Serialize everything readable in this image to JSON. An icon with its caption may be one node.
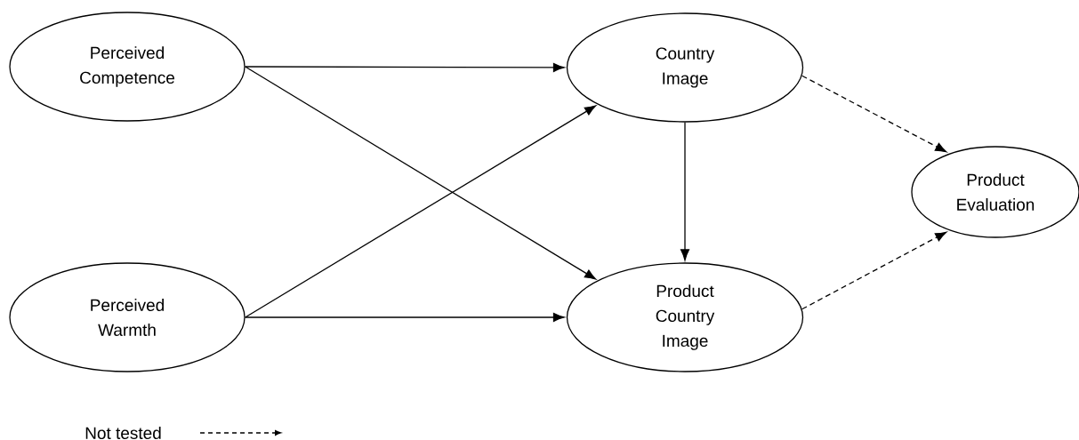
{
  "diagram": {
    "nodes": [
      {
        "text": [
          "Perceived Competence"
        ]
      },
      {
        "text": [
          "Perceived Warmth"
        ]
      },
      {
        "text": [
          "Country Image"
        ]
      },
      {
        "text": [
          "Product Country Image"
        ]
      },
      {
        "text": [
          "Product Evaluation"
        ]
      }
    ],
    "edges": [
      {
        "from": 0,
        "to": 2,
        "arrow": "to"
      },
      {
        "from": 0,
        "to": 3,
        "arrow": "to"
      },
      {
        "from": 1,
        "to": 2,
        "arrow": "to"
      },
      {
        "from": 1,
        "to": 3,
        "arrow": "to"
      },
      {
        "from": 2,
        "to": 3,
        "arrow": "to"
      },
      {
        "from": 2,
        "to": 4,
        "arrow": "to",
        "style": "dashed"
      },
      {
        "from": 3,
        "to": 4,
        "arrow": "to",
        "style": "dashed"
      }
    ],
    "legend": [
      {
        "text": "Not tested"
      }
    ]
  }
}
